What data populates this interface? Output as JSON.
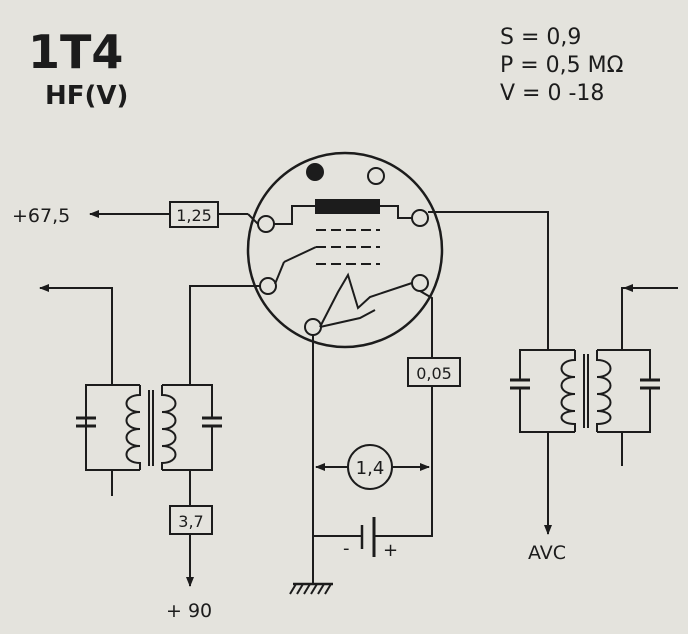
{
  "tube": {
    "type": "1T4",
    "function": "HF(V)"
  },
  "params": {
    "s": "S = 0,9",
    "rho": "P = 0,5 MΩ",
    "v": "V = 0 -18"
  },
  "labels": {
    "screen_voltage": "+67,5",
    "plate_voltage": "+ 90",
    "avc": "AVC",
    "batt_minus": "-",
    "batt_plus": "+"
  },
  "values": {
    "screen_box": "1,25",
    "plate_box": "3,7",
    "g1_box": "0,05",
    "fil_circle": "1,4"
  },
  "colors": {
    "ink": "#1c1c1c",
    "paper": "#e4e3dd"
  }
}
